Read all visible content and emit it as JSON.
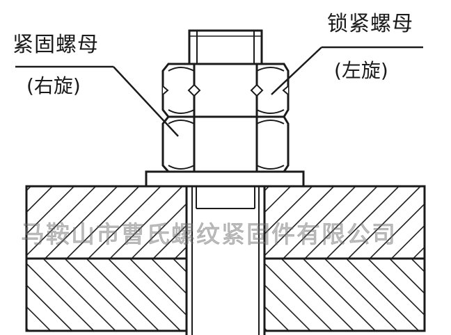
{
  "labels": {
    "fixing_nut": "紧固螺母",
    "fixing_nut_direction": "(右旋)",
    "lock_nut": "锁紧螺母",
    "lock_nut_direction": "(左旋)"
  },
  "watermark": {
    "text": "马鞍山市曹氏螺纹紧固件有限公司"
  },
  "colors": {
    "line": "#1a1a1a",
    "background": "#ffffff"
  }
}
